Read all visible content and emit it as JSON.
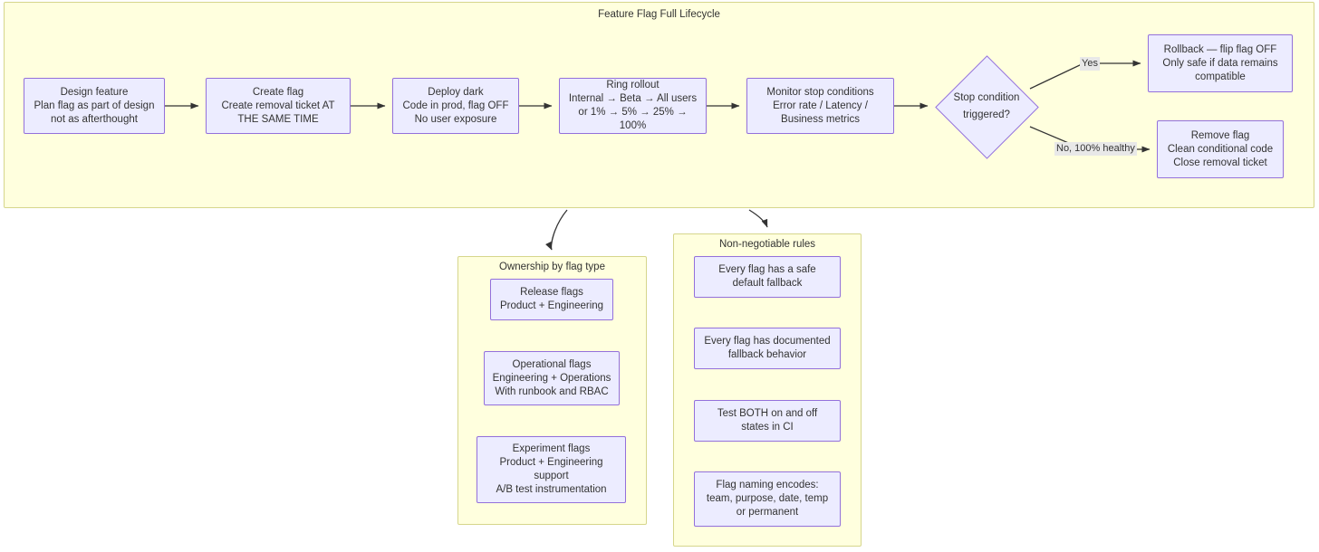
{
  "diagram": {
    "title": "Feature Flag Full Lifecycle",
    "colors": {
      "subgraph_fill": "#ffffde",
      "subgraph_border": "#d6d68c",
      "node_fill": "#ececff",
      "node_border": "#9370db",
      "edge": "#333333",
      "text": "#333333",
      "edge_label_bg": "#e8e8e8"
    },
    "main_flow": {
      "nodes": [
        {
          "id": "design",
          "label": "Design feature\nPlan flag as part of design\nnot as afterthought"
        },
        {
          "id": "create",
          "label": "Create flag\nCreate removal ticket AT\nTHE SAME TIME"
        },
        {
          "id": "deploy",
          "label": "Deploy dark\nCode in prod, flag OFF\nNo user exposure"
        },
        {
          "id": "ring",
          "label": "Ring rollout\nInternal → Beta → All users\nor 1% → 5% → 25% → 100%"
        },
        {
          "id": "monitor",
          "label": "Monitor stop conditions\nError rate / Latency /\nBusiness metrics"
        }
      ],
      "decision": {
        "id": "stop",
        "label": "Stop condition\ntriggered?"
      },
      "outcomes": [
        {
          "id": "rollback",
          "label": "Rollback — flip flag OFF\nOnly safe if data remains\ncompatible"
        },
        {
          "id": "remove",
          "label": "Remove flag\nClean conditional code\nClose removal ticket"
        }
      ],
      "edge_labels": {
        "yes": "Yes",
        "no": "No, 100% healthy"
      }
    },
    "ownership": {
      "title": "Ownership by flag type",
      "items": [
        {
          "id": "release",
          "label": "Release flags\nProduct + Engineering"
        },
        {
          "id": "operational",
          "label": "Operational flags\nEngineering + Operations\nWith runbook and RBAC"
        },
        {
          "id": "experiment",
          "label": "Experiment flags\nProduct + Engineering\nsupport\nA/B test instrumentation"
        }
      ]
    },
    "rules": {
      "title": "Non-negotiable rules",
      "items": [
        {
          "id": "rule1",
          "label": "Every flag has a safe\ndefault fallback"
        },
        {
          "id": "rule2",
          "label": "Every flag has documented\nfallback behavior"
        },
        {
          "id": "rule3",
          "label": "Test BOTH on and off\nstates in CI"
        },
        {
          "id": "rule4",
          "label": "Flag naming encodes:\nteam, purpose, date, temp\nor permanent"
        }
      ]
    }
  }
}
